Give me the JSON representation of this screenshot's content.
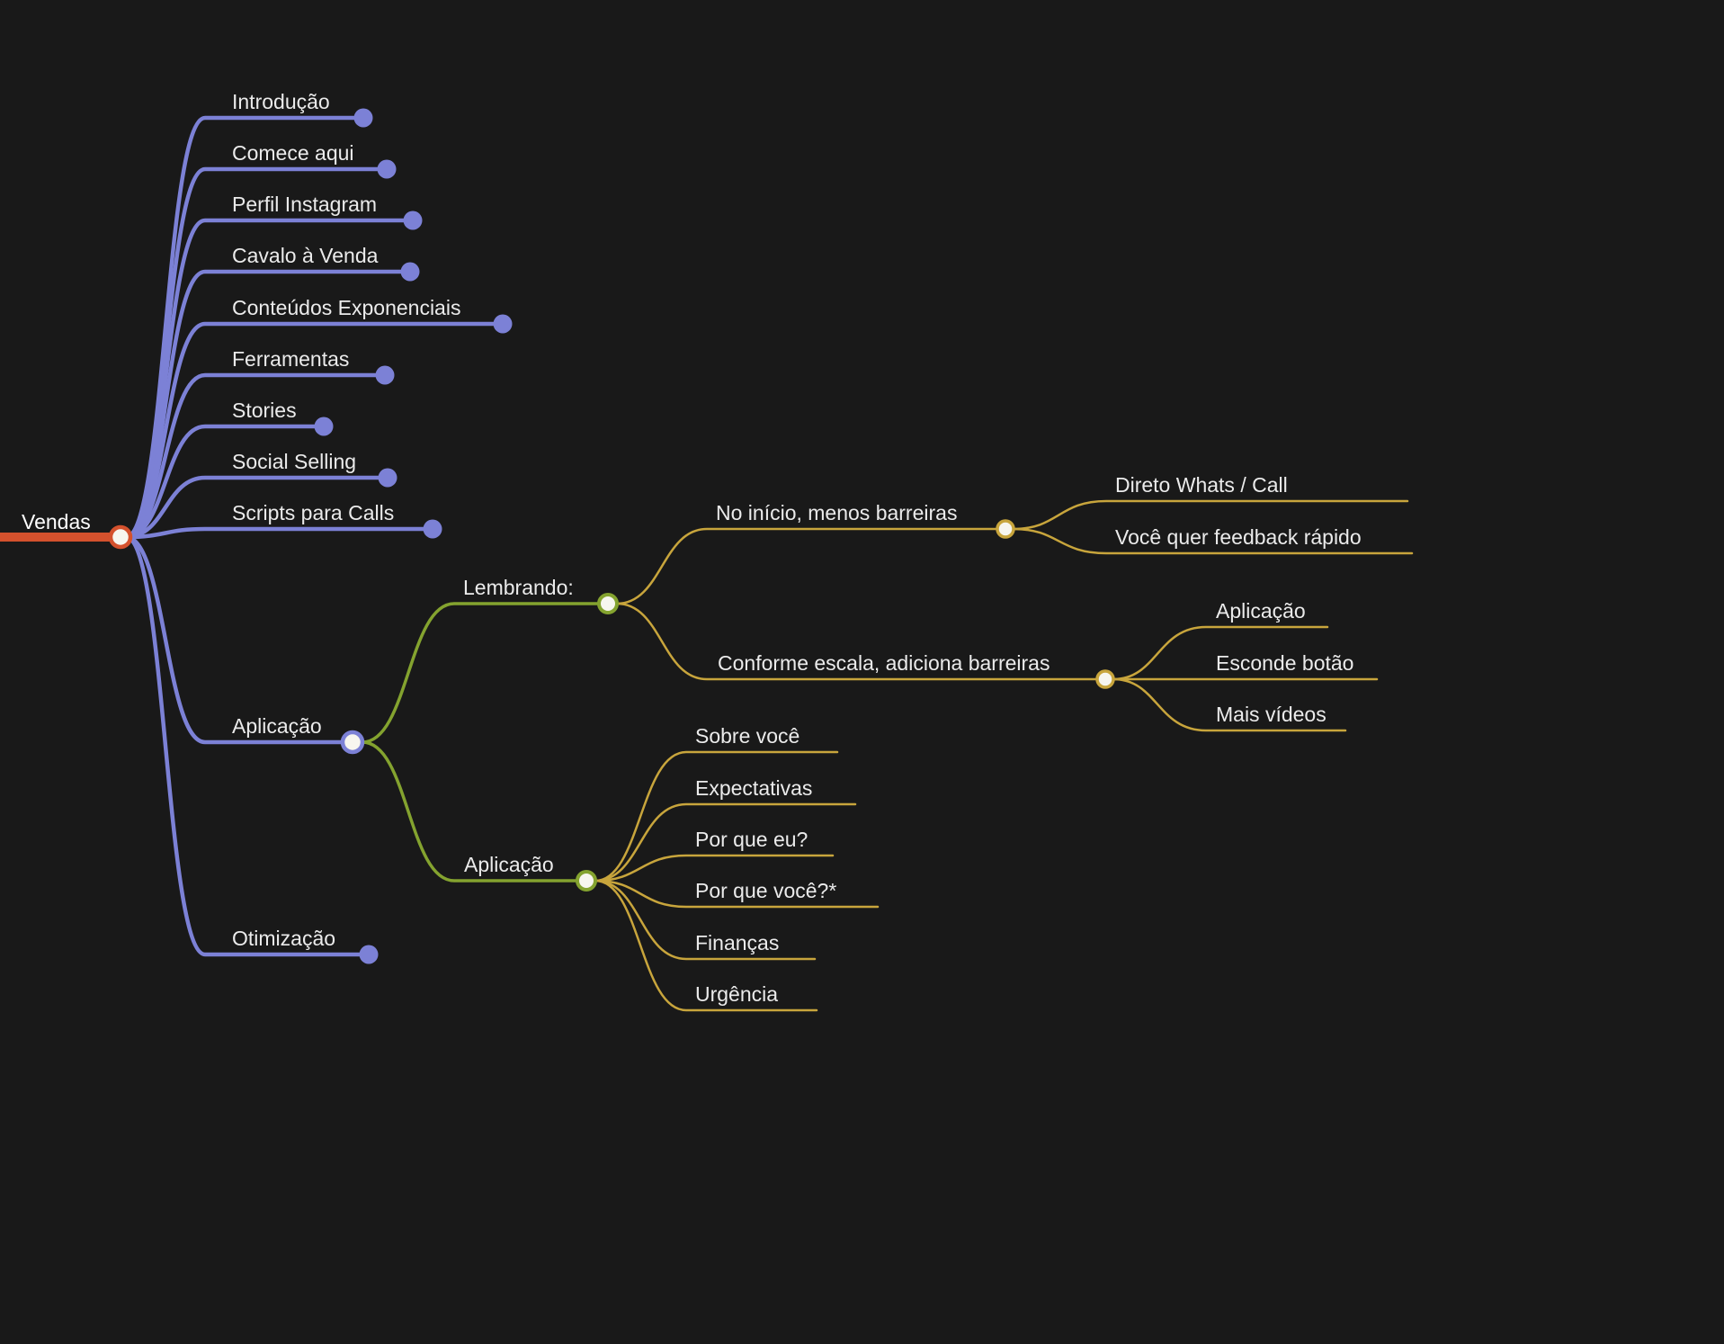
{
  "colors": {
    "background": "#191919",
    "root_branch": "#d4512d",
    "level1_branch": "#7c81d6",
    "level2_branch": "#84a32f",
    "level3_branch": "#c8a53c",
    "node_fill": "#f7f6ef",
    "text": "#ebebeb",
    "root_text": "#ffffff"
  },
  "root": {
    "label": "Vendas",
    "children": [
      {
        "label": "Introdução"
      },
      {
        "label": "Comece aqui"
      },
      {
        "label": "Perfil Instagram"
      },
      {
        "label": "Cavalo à Venda"
      },
      {
        "label": "Conteúdos Exponenciais"
      },
      {
        "label": "Ferramentas"
      },
      {
        "label": "Stories"
      },
      {
        "label": "Social Selling"
      },
      {
        "label": "Scripts para Calls"
      },
      {
        "label": "Aplicação",
        "children": [
          {
            "label": "Lembrando:",
            "children": [
              {
                "label": "No início, menos barreiras",
                "children": [
                  {
                    "label": "Direto Whats / Call"
                  },
                  {
                    "label": "Você quer feedback rápido"
                  }
                ]
              },
              {
                "label": "Conforme escala, adiciona barreiras",
                "children": [
                  {
                    "label": "Aplicação"
                  },
                  {
                    "label": "Esconde botão"
                  },
                  {
                    "label": "Mais vídeos"
                  }
                ]
              }
            ]
          },
          {
            "label": "Aplicação",
            "children": [
              {
                "label": "Sobre você"
              },
              {
                "label": "Expectativas"
              },
              {
                "label": "Por que eu?"
              },
              {
                "label": "Por que você?*"
              },
              {
                "label": "Finanças"
              },
              {
                "label": "Urgência"
              }
            ]
          }
        ]
      },
      {
        "label": "Otimização"
      }
    ]
  }
}
